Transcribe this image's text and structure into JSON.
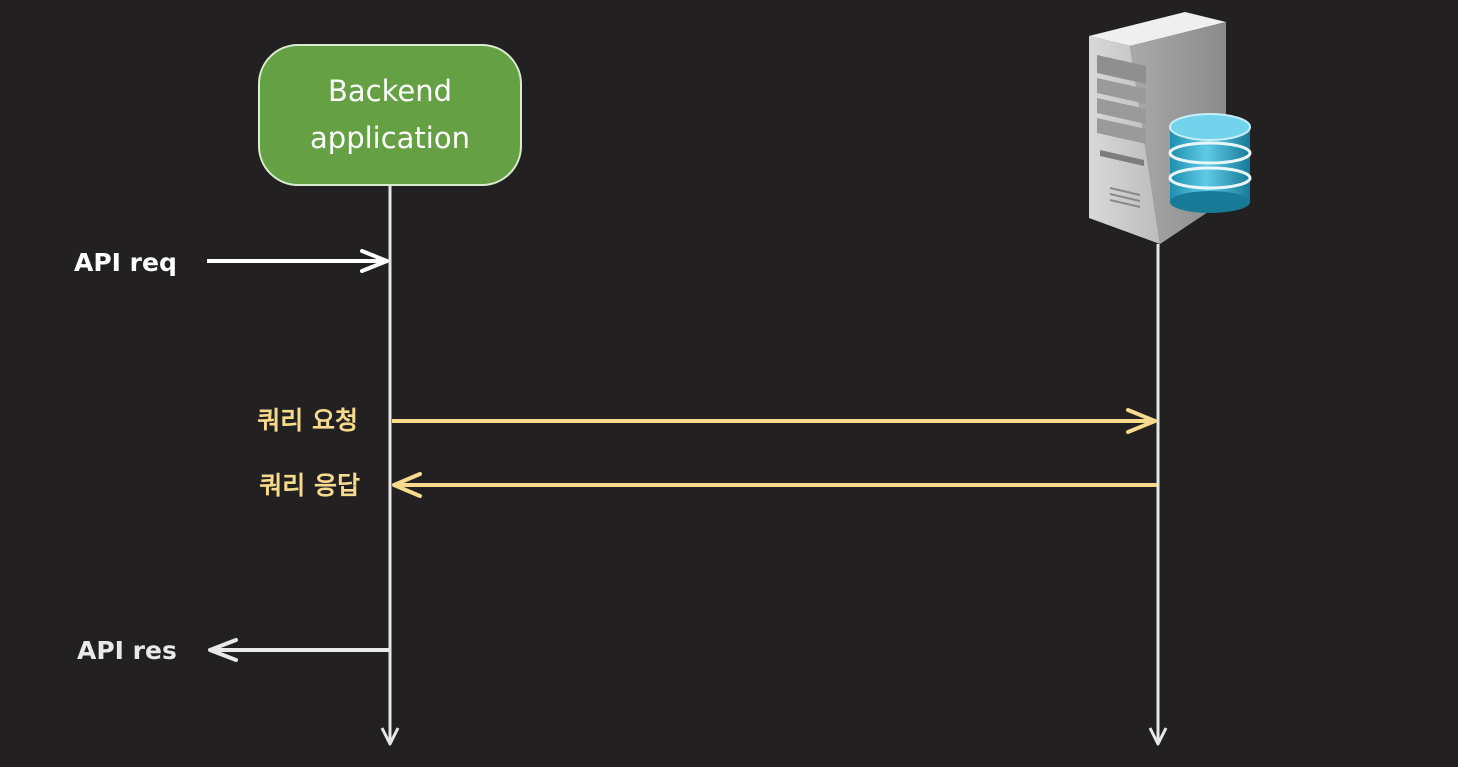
{
  "participants": {
    "backend": {
      "label": "Backend\napplication",
      "fill": "#65a044"
    },
    "database_server": {
      "icon": "database-server-icon"
    }
  },
  "messages": {
    "api_request": {
      "label": "API req",
      "color": "#ffffff"
    },
    "query_request": {
      "label": "쿼리 요청",
      "color": "#f7da8c"
    },
    "query_response": {
      "label": "쿼리 응답",
      "color": "#f7da8c"
    },
    "api_response": {
      "label": "API res",
      "color": "#e9e9e9"
    }
  },
  "colors": {
    "background": "#222021",
    "lifeline": "#e6e6e6"
  }
}
